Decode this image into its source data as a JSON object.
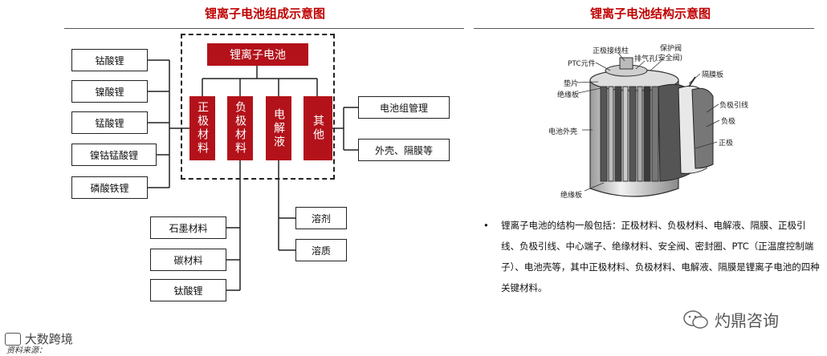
{
  "left": {
    "title": "锂离子电池组成示意图",
    "top_box": "锂离子电池",
    "components": [
      "正极材料",
      "负极材料",
      "电解液",
      "其他"
    ],
    "cathode_materials": [
      "钴酸锂",
      "镍酸锂",
      "锰酸锂",
      "镍钴锰酸锂",
      "磷酸铁锂"
    ],
    "anode_materials": [
      "石墨材料",
      "碳材料",
      "钛酸锂"
    ],
    "electrolyte_parts": [
      "溶剂",
      "溶质"
    ],
    "other_parts": [
      "电池组管理",
      "外壳、隔膜等"
    ],
    "source": "资料来源：",
    "source_watermark": "大数跨境"
  },
  "right": {
    "title": "锂离子电池结构示意图",
    "labels": {
      "positive_terminal": "正极接线柱",
      "ptc": "PTC元件",
      "vent": "排气孔",
      "safety_valve": "保护阀",
      "safety_valve_sub": "(安全阀)",
      "gasket": "垫片",
      "insulator_top": "绝缘板",
      "separator": "隔膜板",
      "neg_lead": "负极引线",
      "negative": "负极",
      "case": "电池外壳",
      "positive": "正极",
      "insulator_bottom": "绝缘板"
    },
    "bullet_mark": "•",
    "bullet_text": "锂离子电池的结构一般包括：正极材料、负极材料、电解液、隔膜、正极引线、负极引线、中心端子、绝缘材料、安全阀、密封圈、PTC（正温度控制端子）、电池壳等，其中正极材料、负极材料、电解液、隔膜是锂离子电池的四种关键材料。",
    "brand": "灼鼎咨询",
    "brand_icon": "wechat-icon"
  },
  "colors": {
    "title_red": "#c00000",
    "box_red": "#b3121a"
  }
}
